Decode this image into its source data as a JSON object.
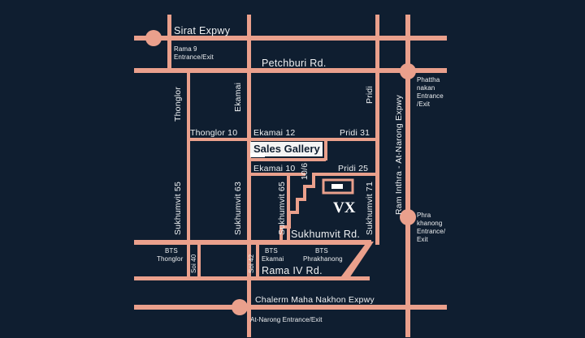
{
  "roads": {
    "sirat_expwy": "Sirat Expwy",
    "petchburi": "Petchburi Rd.",
    "thonglor": "Thonglor",
    "ekamai": "Ekamai",
    "pridi": "Pridi",
    "thonglor_10": "Thonglor 10",
    "ekamai_12": "Ekamai 12",
    "pridi_31": "Pridi 31",
    "ekamai_10": "Ekamai 10",
    "soi_10_6": "10/6",
    "pridi_25": "Pridi 25",
    "sukhumvit_55": "Sukhumvit 55",
    "sukhumvit_63": "Sukhumvit 63",
    "sukhumvit_65": "Sukhumvit 65",
    "sukhumvit_71": "Sukhumvit 71",
    "sukhumvit_rd": "Sukhumvit Rd.",
    "soi_40": "Soi 40",
    "soi_42": "Soi 42",
    "rama_iv": "Rama IV Rd.",
    "chalerm": "Chalerm Maha Nakhon Expwy",
    "ram_inthra": "Ram Inthra - At-Narong Expwy"
  },
  "exits": {
    "rama9": [
      "Rama 9",
      "Entrance/Exit"
    ],
    "phatthanakan": [
      "Phattha",
      "nakan",
      "Entrance",
      "/Exit"
    ],
    "phrakhanong": [
      "Phra",
      "khanong",
      "Entrance/",
      "Exit"
    ],
    "atnarong": "At-Narong Entrance/Exit"
  },
  "stations": {
    "thonglor": [
      "BTS",
      "Thonglor"
    ],
    "ekamai": [
      "BTS",
      "Ekamai"
    ],
    "phrakhanong": [
      "BTS",
      "Phrakhanong"
    ]
  },
  "landmarks": {
    "sales_gallery": "Sales Gallery",
    "project_logo": "VX"
  },
  "colors": {
    "background": "#0f1e30",
    "road": "#eaa08c",
    "text": "#eef0f2"
  }
}
